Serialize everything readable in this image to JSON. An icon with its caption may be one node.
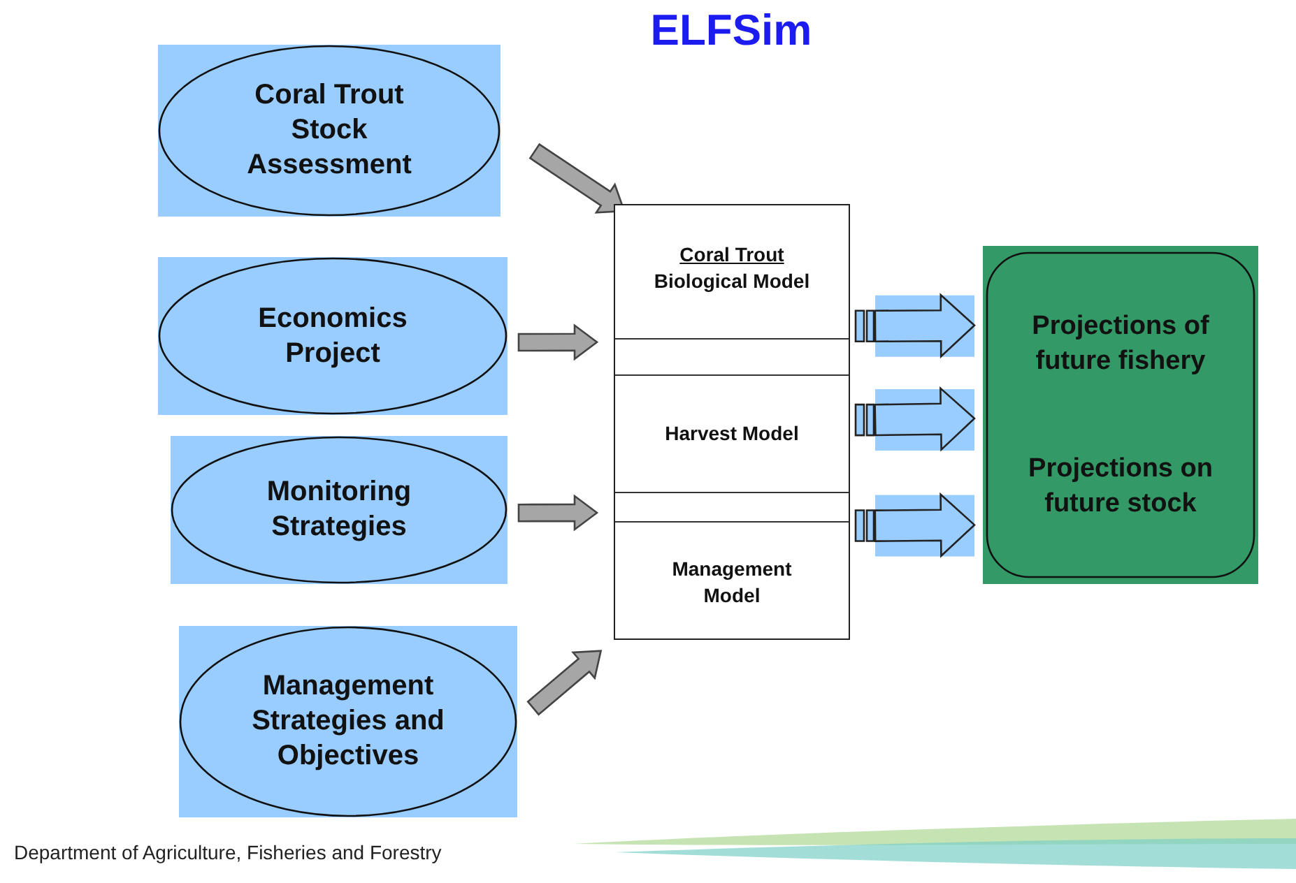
{
  "diagram": {
    "title": "ELFSim",
    "nodes": [
      {
        "text": [
          "Coral Trout Stock Assessment"
        ]
      },
      {
        "text": [
          "Economics Project"
        ]
      },
      {
        "text": [
          "Monitoring Strategies"
        ]
      },
      {
        "text": [
          "Management Strategies and Objectives"
        ]
      },
      {
        "text": [],
        "shape": "box"
      },
      {
        "text": [
          "Coral Trout",
          "Biological Model"
        ],
        "in": 4
      },
      {
        "text": [],
        "shape": "box",
        "in": 4
      },
      {
        "text": [
          "Harvest Model"
        ],
        "in": 4
      },
      {
        "text": [],
        "shape": "box",
        "in": 4
      },
      {
        "text": [
          "Management Model"
        ],
        "in": 4
      },
      {
        "text": [
          "Projections of future fishery",
          "Projections on future stock"
        ]
      }
    ],
    "edges": [
      {
        "from": 0,
        "to": 4,
        "arrow": "to"
      },
      {
        "from": 1,
        "to": 6,
        "arrow": "to"
      },
      {
        "from": 2,
        "to": 8,
        "arrow": "to"
      },
      {
        "from": 3,
        "to": 4,
        "arrow": "to"
      },
      {
        "from": 5,
        "to": 10,
        "arrow": "to",
        "style": "thick",
        "color": "#99ccff"
      },
      {
        "from": 7,
        "to": 10,
        "arrow": "to",
        "style": "thick",
        "color": "#99ccff"
      },
      {
        "from": 9,
        "to": 10,
        "arrow": "to",
        "style": "thick",
        "color": "#99ccff"
      }
    ],
    "labels": [
      "Department of Agriculture, Fisheries and Forestry"
    ]
  }
}
